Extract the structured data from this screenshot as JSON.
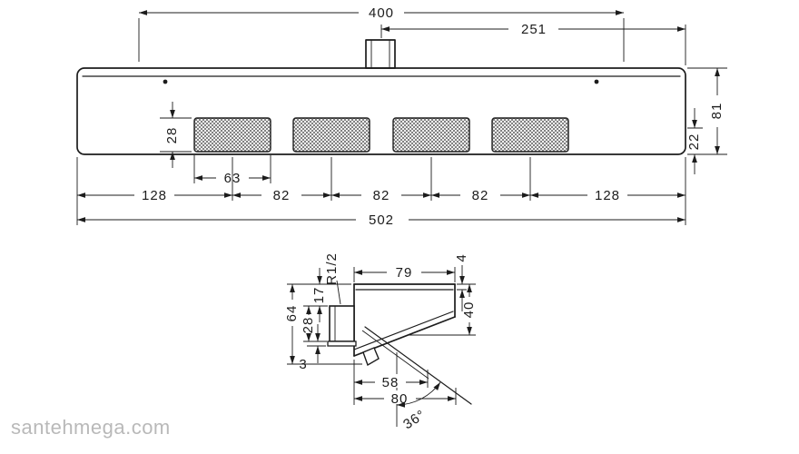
{
  "watermark": "santehmega.com",
  "drawing": {
    "front_view": {
      "top_width": "400",
      "center_to_edge": "251",
      "height": "81",
      "bottom_lip": "22",
      "spray_field_height": "28",
      "spray_field_width": "63",
      "margin_left": "128",
      "pitch_1": "82",
      "pitch_2": "82",
      "pitch_3": "82",
      "margin_right": "128",
      "total_width": "502"
    },
    "side_view": {
      "thread": "R1/2",
      "depth": "79",
      "top_lip": "4",
      "front_height": "40",
      "top_to_connector": "17",
      "overall_height": "64",
      "connector_height": "28",
      "flange_thickness": "3",
      "reach_inner": "58",
      "reach_outer": "80",
      "spray_angle": "36°"
    },
    "colors": {
      "line": "#1c1c1c",
      "watermark": "#b9b9b9",
      "background": "#ffffff"
    }
  }
}
